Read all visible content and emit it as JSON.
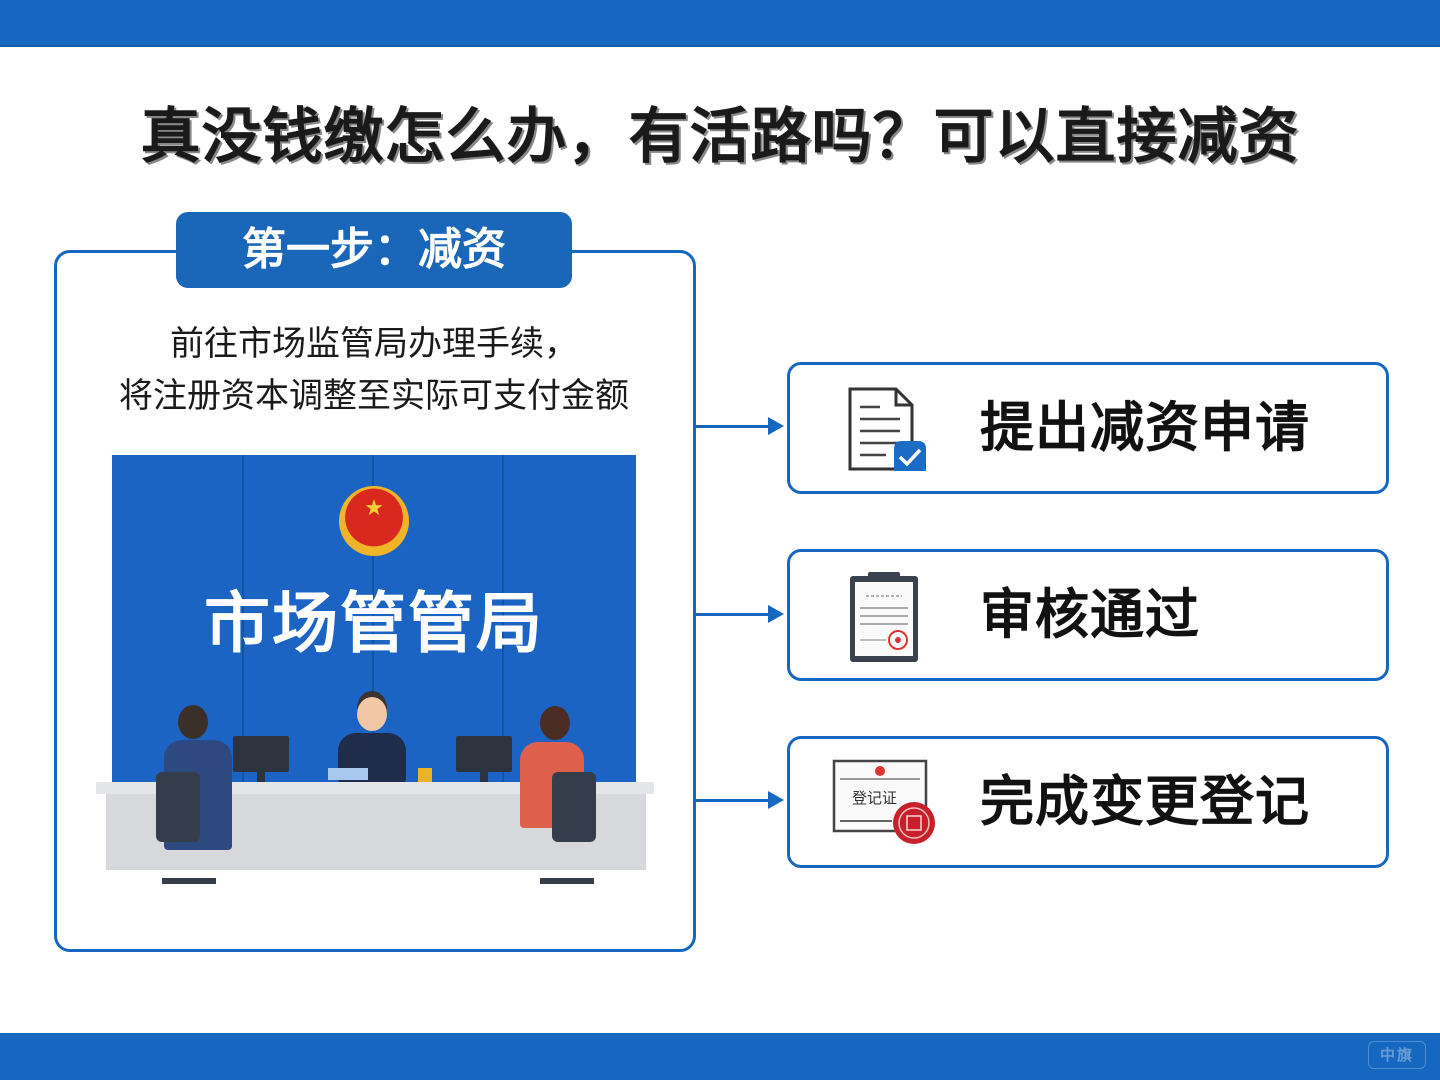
{
  "title": "真没钱缴怎么办，有活路吗？可以直接减资",
  "step_panel": {
    "tag": "第一步：减资",
    "description_line1": "前往市场监管局办理手续，",
    "description_line2": "将注册资本调整至实际可支付金额",
    "illustration": {
      "sign_text": "市场管管局",
      "emblem": "national-emblem-icon"
    }
  },
  "flow_steps": [
    {
      "label": "提出减资申请",
      "icon": "document-check-icon"
    },
    {
      "label": "审核通过",
      "icon": "clipboard-stamp-icon"
    },
    {
      "label": "完成变更登记",
      "icon": "certificate-seal-icon",
      "icon_text": "登记证"
    }
  ],
  "watermark": "中旗",
  "colors": {
    "brand_blue": "#1667c0",
    "tag_blue": "#1a66b8",
    "scene_blue": "#1c64c4",
    "text_dark": "#111111",
    "seal_red": "#c8202a"
  }
}
